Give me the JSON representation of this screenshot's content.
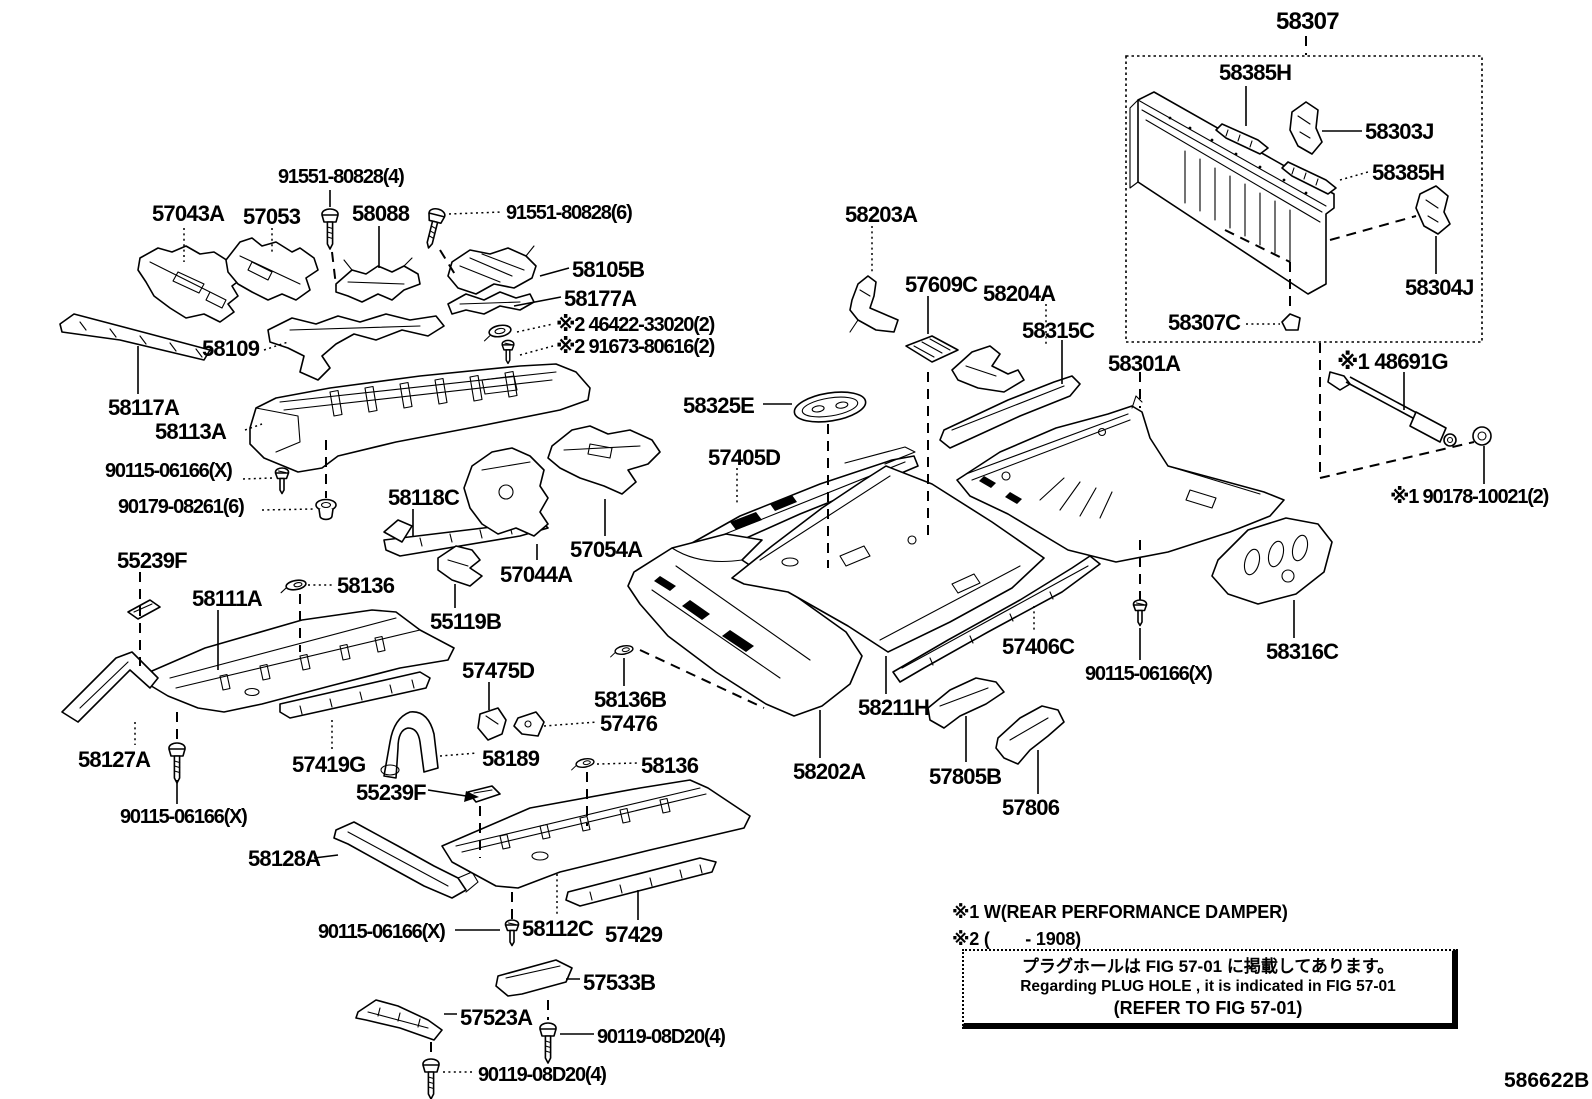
{
  "colors": {
    "ink": "#000000",
    "background": "#ffffff"
  },
  "parts": {
    "p91551_4": "91551-80828(4)",
    "p57043A": "57043A",
    "p57053": "57053",
    "p58088": "58088",
    "p91551_6": "91551-80828(6)",
    "p58105B": "58105B",
    "p58177A": "58177A",
    "n46422": "※2 46422-33020(2)",
    "n91673": "※2 91673-80616(2)",
    "p58109": "58109",
    "p58117A": "58117A",
    "p58113A": "58113A",
    "p90115_1": "90115-06166(X)",
    "p90179": "90179-08261(6)",
    "p58118C": "58118C",
    "p57054A": "57054A",
    "p57044A": "57044A",
    "p55119B": "55119B",
    "p55239F_1": "55239F",
    "p58111A": "58111A",
    "p58136_1": "58136",
    "p57475D": "57475D",
    "p58136B": "58136B",
    "p57476": "57476",
    "p58127A": "58127A",
    "p90115_2": "90115-06166(X)",
    "p57419G": "57419G",
    "p58189": "58189",
    "p55239F_2": "55239F",
    "p58136_2": "58136",
    "p58128A": "58128A",
    "p90115_3": "90115-06166(X)",
    "p58112C": "58112C",
    "p57429": "57429",
    "p57533B": "57533B",
    "p57523A": "57523A",
    "p90119_1": "90119-08D20(4)",
    "p90119_2": "90119-08D20(4)",
    "p58203A": "58203A",
    "p57609C": "57609C",
    "p58204A": "58204A",
    "p58315C": "58315C",
    "p58325E": "58325E",
    "p57405D": "57405D",
    "p58301A": "58301A",
    "n48691G": "※1 48691G",
    "n90178": "※1 90178-10021(2)",
    "p57406C": "57406C",
    "p90115_4": "90115-06166(X)",
    "p58316C": "58316C",
    "p58211H": "58211H",
    "p58202A": "58202A",
    "p57805B": "57805B",
    "p57806": "57806"
  },
  "inset": {
    "title": "58307",
    "p58385H_1": "58385H",
    "p58303J": "58303J",
    "p58385H_2": "58385H",
    "p58304J": "58304J",
    "p58307C": "58307C"
  },
  "notes": {
    "note1": "※1 W(REAR PERFORMANCE DAMPER)",
    "note2": "※2 (　　- 1908)",
    "box_jp": "プラグホールは FIG 57-01 に掲載してあります。",
    "box_en": "Regarding PLUG HOLE , it is indicated in FIG 57-01",
    "box_ref": "(REFER TO FIG 57-01)"
  },
  "figure_code": "586622B"
}
